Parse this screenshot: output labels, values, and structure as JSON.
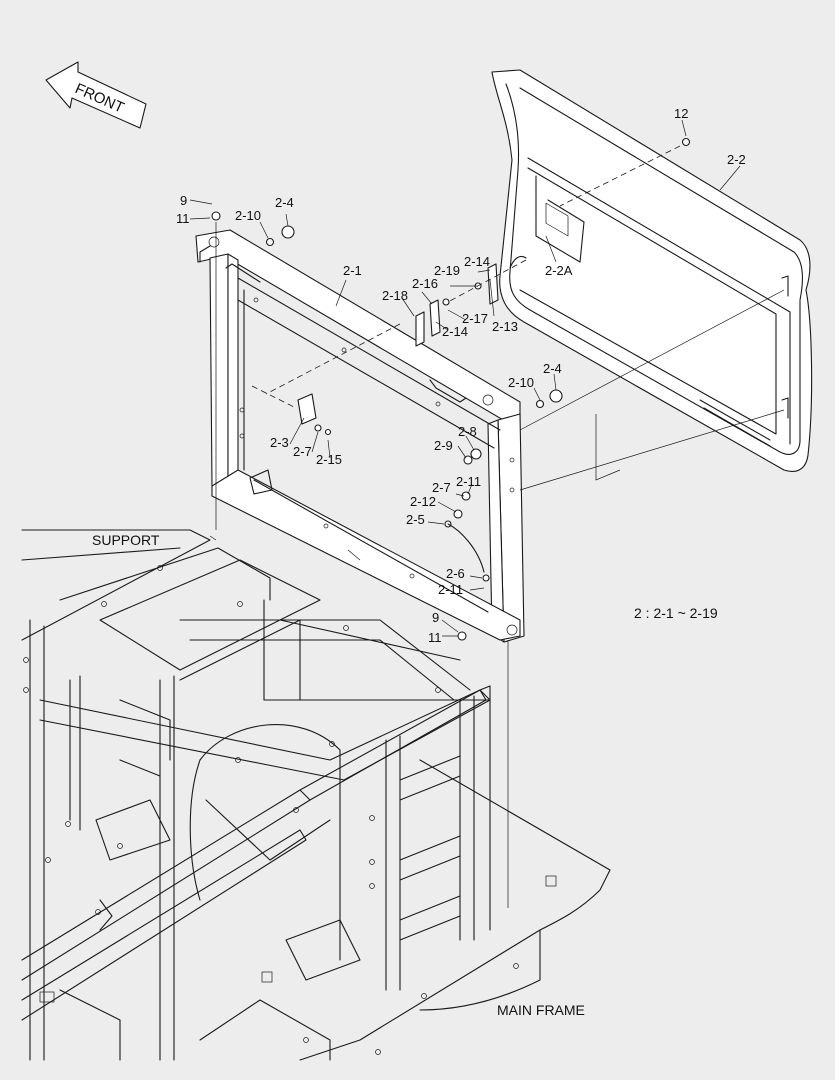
{
  "direction_label": "FRONT",
  "region_labels": {
    "support": "SUPPORT",
    "main_frame": "MAIN FRAME"
  },
  "group_note": "2 : 2-1 ~ 2-19",
  "callouts": [
    {
      "id": "c-12",
      "text": "12"
    },
    {
      "id": "c-2-2",
      "text": "2-2"
    },
    {
      "id": "c-2-2a",
      "text": "2-2A"
    },
    {
      "id": "c-9-top",
      "text": "9"
    },
    {
      "id": "c-11-top",
      "text": "11"
    },
    {
      "id": "c-2-4-top",
      "text": "2-4"
    },
    {
      "id": "c-2-10-top",
      "text": "2-10"
    },
    {
      "id": "c-2-1",
      "text": "2-1"
    },
    {
      "id": "c-2-14-a",
      "text": "2-14"
    },
    {
      "id": "c-2-19",
      "text": "2-19"
    },
    {
      "id": "c-2-16",
      "text": "2-16"
    },
    {
      "id": "c-2-18",
      "text": "2-18"
    },
    {
      "id": "c-2-17",
      "text": "2-17"
    },
    {
      "id": "c-2-13",
      "text": "2-13"
    },
    {
      "id": "c-2-14-b",
      "text": "2-14"
    },
    {
      "id": "c-2-4-mid",
      "text": "2-4"
    },
    {
      "id": "c-2-10-mid",
      "text": "2-10"
    },
    {
      "id": "c-2-3",
      "text": "2-3"
    },
    {
      "id": "c-2-7-a",
      "text": "2-7"
    },
    {
      "id": "c-2-15",
      "text": "2-15"
    },
    {
      "id": "c-2-8",
      "text": "2-8"
    },
    {
      "id": "c-2-9",
      "text": "2-9"
    },
    {
      "id": "c-2-7-b",
      "text": "2-7"
    },
    {
      "id": "c-2-11-a",
      "text": "2-11"
    },
    {
      "id": "c-2-12",
      "text": "2-12"
    },
    {
      "id": "c-2-5",
      "text": "2-5"
    },
    {
      "id": "c-2-6",
      "text": "2-6"
    },
    {
      "id": "c-2-11-b",
      "text": "2-11"
    },
    {
      "id": "c-9-bot",
      "text": "9"
    },
    {
      "id": "c-11-bot",
      "text": "11"
    }
  ],
  "colors": {
    "background": "#ededed",
    "line": "#1a1a1a",
    "part_fill": "#ffffff"
  }
}
